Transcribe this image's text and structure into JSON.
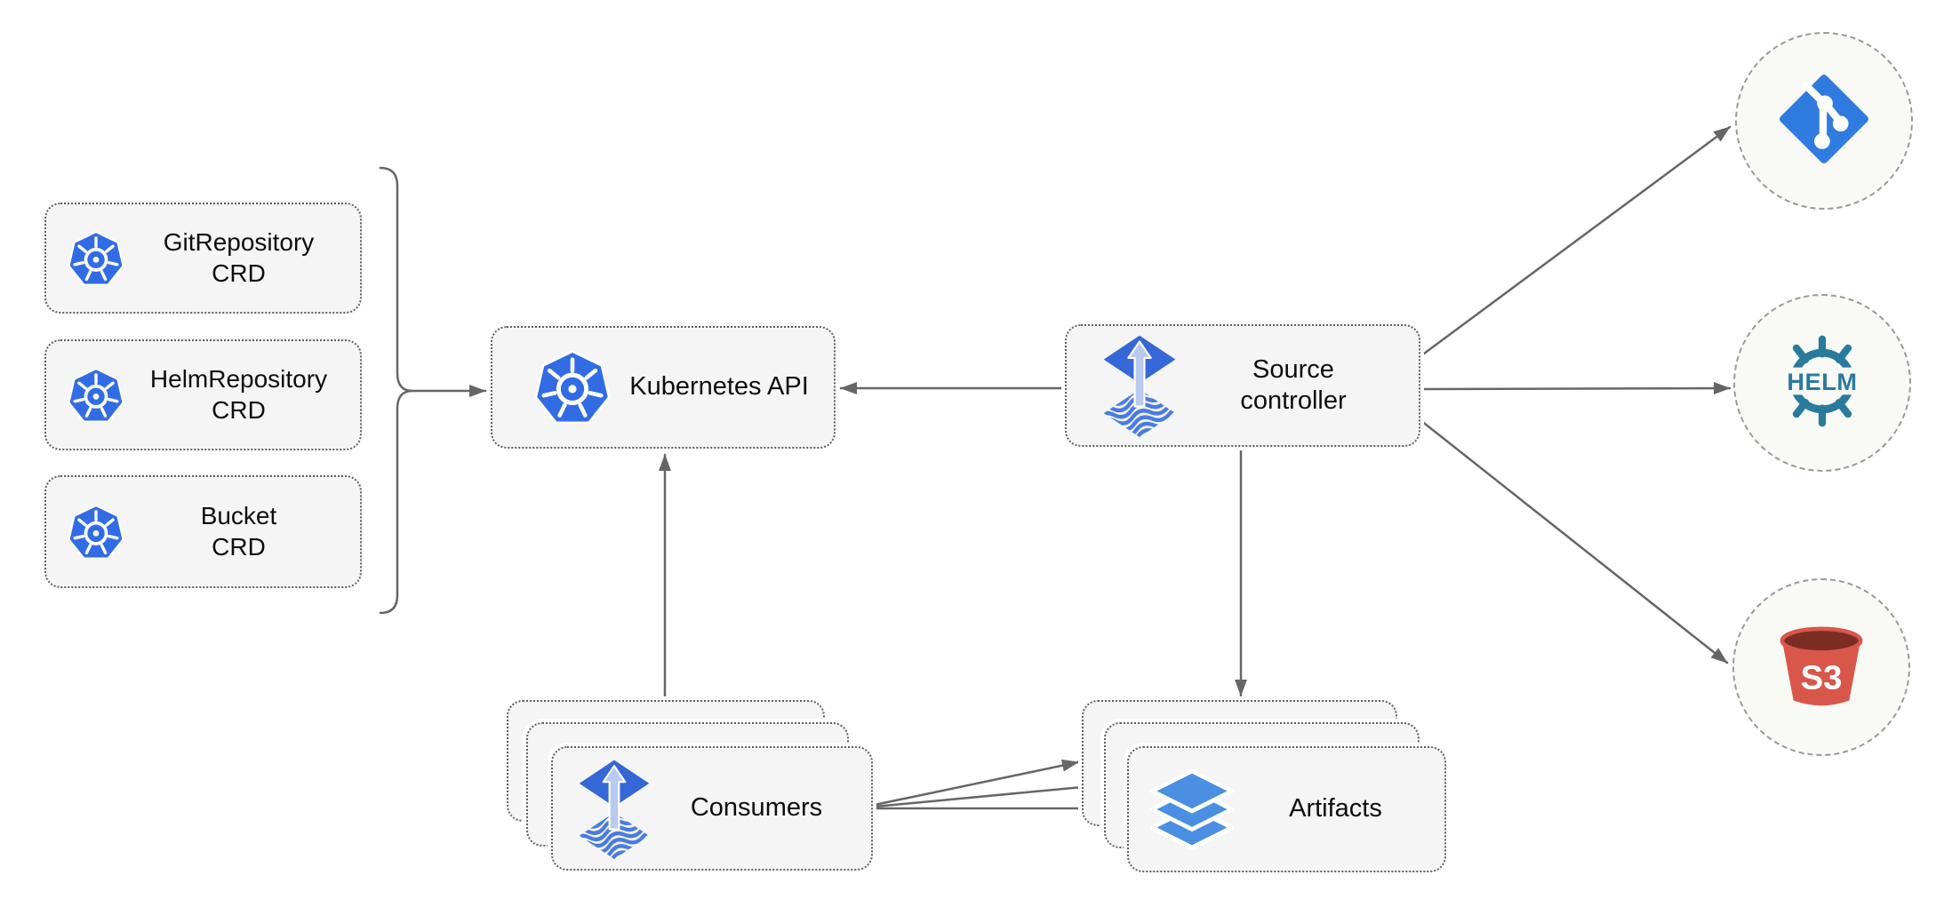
{
  "diagram": {
    "nodes": {
      "git_repository_crd": {
        "line1": "GitRepository",
        "line2": "CRD",
        "icon": "kubernetes-icon"
      },
      "helm_repository_crd": {
        "line1": "HelmRepository",
        "line2": "CRD",
        "icon": "kubernetes-icon"
      },
      "bucket_crd": {
        "line1": "Bucket",
        "line2": "CRD",
        "icon": "kubernetes-icon"
      },
      "kubernetes_api": {
        "label": "Kubernetes API",
        "icon": "kubernetes-icon"
      },
      "source_controller": {
        "line1": "Source",
        "line2": "controller",
        "icon": "flux-source-controller-icon"
      },
      "consumers": {
        "label": "Consumers",
        "icon": "flux-source-controller-icon",
        "stacked": true
      },
      "artifacts": {
        "label": "Artifacts",
        "icon": "layers-icon",
        "stacked": true
      },
      "git_endpoint": {
        "icon": "git-icon"
      },
      "helm_endpoint": {
        "icon": "helm-icon",
        "icon_text": "HELM"
      },
      "s3_endpoint": {
        "icon": "s3-bucket-icon",
        "icon_text": "S3"
      }
    },
    "edges": [
      {
        "from": "crd_group_bracket",
        "to": "kubernetes_api",
        "arrow": true
      },
      {
        "from": "source_controller",
        "to": "kubernetes_api",
        "arrow": true
      },
      {
        "from": "consumers",
        "to": "kubernetes_api",
        "arrow": true
      },
      {
        "from": "source_controller",
        "to": "artifacts",
        "arrow": true
      },
      {
        "from": "source_controller",
        "to": "git_endpoint",
        "arrow": true
      },
      {
        "from": "source_controller",
        "to": "helm_endpoint",
        "arrow": true
      },
      {
        "from": "source_controller",
        "to": "s3_endpoint",
        "arrow": true
      },
      {
        "from": "consumers",
        "to": "artifacts",
        "arrow": true,
        "count": 3
      }
    ],
    "colors": {
      "node_fill": "#f5f5f5",
      "node_border": "#5f5f5f",
      "circle_fill": "#f9f9f6",
      "circle_border": "#9a9a9a",
      "edge": "#666666",
      "text": "#0e0e0e",
      "kubernetes_blue": "#326ce5",
      "flux_blue": "#3667d6",
      "flux_stripe_blue": "#4a7ce0",
      "flux_arrow_light": "#b9c9ef",
      "layers_blue": "#4a8fe2",
      "git_blue": "#2f7bdf",
      "helm_teal": "#2a7a9e",
      "s3_red": "#d9574a",
      "s3_dark_red": "#7c2d23"
    }
  }
}
